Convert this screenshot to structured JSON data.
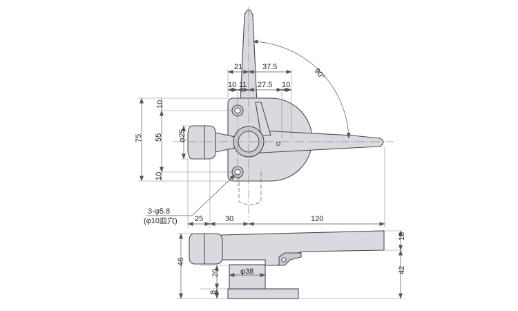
{
  "dims": {
    "d21": "21",
    "d37_5": "37.5",
    "d10a": "10",
    "d11": "11",
    "d27_5": "27.5",
    "d10b": "10",
    "angle": "90°",
    "v75": "75",
    "v55": "55",
    "v10top": "10",
    "v10bot": "10",
    "dia25": "φ25",
    "hole1": "3-φ5.8",
    "hole2": "(φ10皿穴)",
    "h25": "25",
    "h30": "30",
    "h120": "120",
    "side18": "18",
    "side42": "42",
    "side46": "46",
    "side20": "20",
    "side8": "8",
    "dia38": "φ38"
  }
}
